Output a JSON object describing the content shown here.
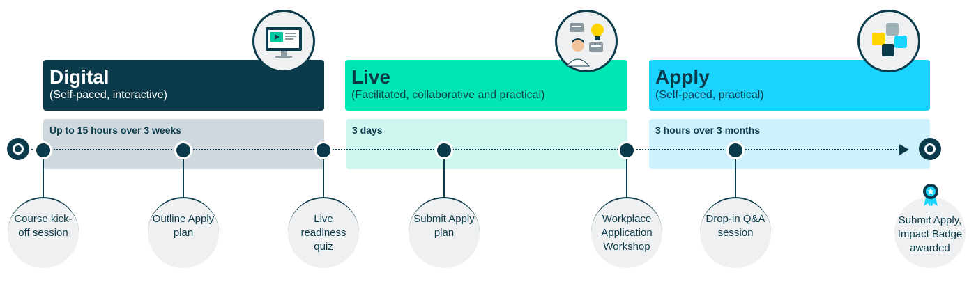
{
  "phases": [
    {
      "title": "Digital",
      "subtitle": "(Self-paced, interactive)",
      "duration": "Up to 15 hours over 3 weeks",
      "header_color": "#0b3a4a",
      "band_color": "#cfd8dc"
    },
    {
      "title": "Live",
      "subtitle": "(Facilitated, collaborative and practical)",
      "duration": "3 days",
      "header_color": "#00e6b4",
      "band_color": "#cdf7ee"
    },
    {
      "title": "Apply",
      "subtitle": "(Self-paced, practical)",
      "duration": "3 hours over 3 months",
      "header_color": "#1ad3ff",
      "band_color": "#cdf2fd"
    }
  ],
  "milestones": [
    {
      "label": "Course kick-off session"
    },
    {
      "label": "Outline Apply plan"
    },
    {
      "label": "Live readiness quiz"
    },
    {
      "label": "Submit Apply plan"
    },
    {
      "label": "Workplace Application Workshop"
    },
    {
      "label": "Drop-in Q&A session"
    },
    {
      "label": "Submit Apply, Impact Badge awarded"
    }
  ],
  "icons": [
    "monitor-video-icon",
    "person-idea-icon",
    "puzzle-icon",
    "award-ribbon-icon"
  ],
  "colors": {
    "navy": "#0b3a4a",
    "mint": "#00e6b4",
    "cyan": "#1ad3ff"
  }
}
